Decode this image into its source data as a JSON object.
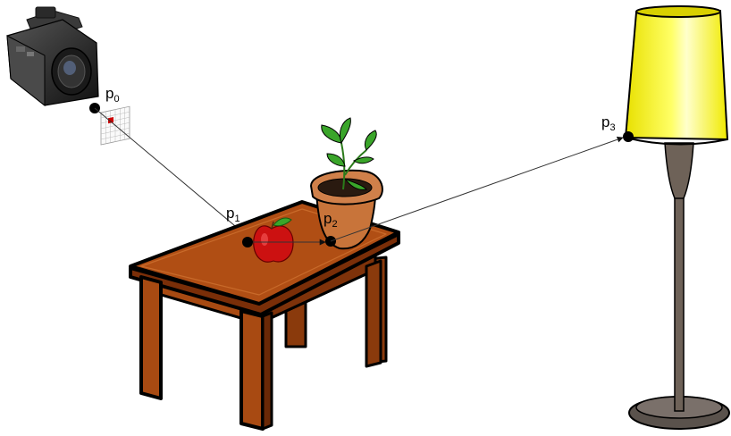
{
  "points": {
    "p0": {
      "base": "p",
      "sub": "0"
    },
    "p1": {
      "base": "p",
      "sub": "1"
    },
    "p2": {
      "base": "p",
      "sub": "2"
    },
    "p3": {
      "base": "p",
      "sub": "3"
    }
  },
  "colors": {
    "table_wood": "#a84a12",
    "table_outline": "#000000",
    "pot": "#c8743a",
    "leaf": "#3aa52a",
    "apple": "#cc1111",
    "lamp_shade": "#f5f000",
    "lamp_pole": "#6e6258",
    "camera_body": "#2a2a2a",
    "ray": "#333333",
    "pixel_highlight": "#cc0000"
  },
  "icons": [
    "video-camera-icon",
    "table-icon",
    "apple-icon",
    "plant-pot-icon",
    "floor-lamp-icon",
    "pixel-grid-icon"
  ]
}
